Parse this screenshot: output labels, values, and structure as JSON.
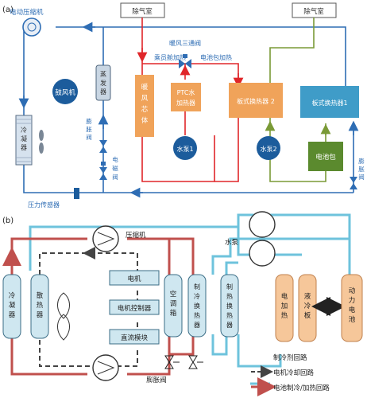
{
  "panel_a": {
    "label": "(a)",
    "degas_left": "除气室",
    "degas_right": "除气室",
    "compressor": "电动压缩机",
    "condenser": [
      "冷",
      "凝",
      "器"
    ],
    "blower": "鼓风机",
    "evaporator": [
      "蒸",
      "发",
      "器"
    ],
    "expansion_valve": [
      "膨",
      "胀",
      "阀"
    ],
    "solenoid_valve": [
      "电",
      "磁",
      "阀"
    ],
    "pressure_sensor": "压力传感器",
    "three_way_valve": "暖风三通阀",
    "cabin_heating": "乘员舱加热",
    "battery_heating": "电池包加热",
    "heater_core": [
      "暖",
      "风",
      "芯",
      "体"
    ],
    "ptc_heater": [
      "PTC水",
      "加热器"
    ],
    "pump1": "水泵1",
    "plate_hx2": "板式换热器 2",
    "pump2": "水泵2",
    "plate_hx1": "板式换热器1",
    "battery_pack": "电池包",
    "expansion_valve_right": [
      "膨",
      "胀",
      "阀"
    ]
  },
  "panel_b": {
    "label": "(b)",
    "compressor": "压缩机",
    "water_pump": "水泵",
    "condenser": [
      "冷",
      "凝",
      "器"
    ],
    "radiator": [
      "散",
      "热",
      "器"
    ],
    "motor": "电机",
    "motor_controller": "电机控制器",
    "dc_module": "直流模块",
    "ac_box": [
      "空",
      "调",
      "箱"
    ],
    "chiller": [
      "制",
      "冷",
      "换",
      "热",
      "器"
    ],
    "heat_hx": [
      "制",
      "热",
      "换",
      "热",
      "器"
    ],
    "electric_heater": [
      "电",
      "加",
      "热"
    ],
    "liquid_plate": [
      "液",
      "冷",
      "板"
    ],
    "battery": [
      "动",
      "力",
      "电",
      "池"
    ],
    "expansion_valve": "膨胀阀",
    "legend": {
      "refrigerant": "制冷剂回路",
      "motor_cooling": "电机冷却回路",
      "battery_loop": "电池制冷/加热回路"
    }
  },
  "colors": {
    "blue_line": "#2e6db4",
    "red_line": "#e0262a",
    "green_line": "#7a9a36",
    "orange_box": "#f0a35a",
    "teal_box": "#3f9cc8",
    "pump_fill": "#1c5c9c",
    "battery_fill": "#5b8a2e",
    "b_red": "#c0504d",
    "b_teal": "#6ec3dc",
    "b_dash": "#444444",
    "b_component": "#cfe7f0",
    "b_orange": "#f6c79a"
  }
}
